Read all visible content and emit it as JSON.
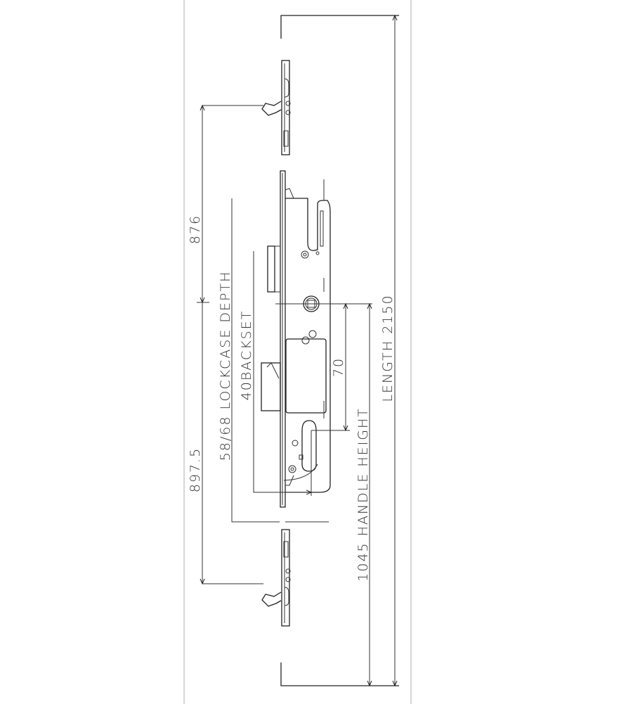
{
  "drawing": {
    "dim_top_hook": "876",
    "dim_bottom_hook": "897.5",
    "dim_lockcase_depth": "58/68 LOCKCASE DEPTH",
    "dim_backset": "40BACKSET",
    "dim_centres": "70",
    "dim_handle_height": "1045 HANDLE HEIGHT",
    "dim_length": "LENGTH 2150"
  },
  "colors": {
    "line": "#222222",
    "panel_border": "#c8c8c8",
    "background": "#ffffff"
  }
}
